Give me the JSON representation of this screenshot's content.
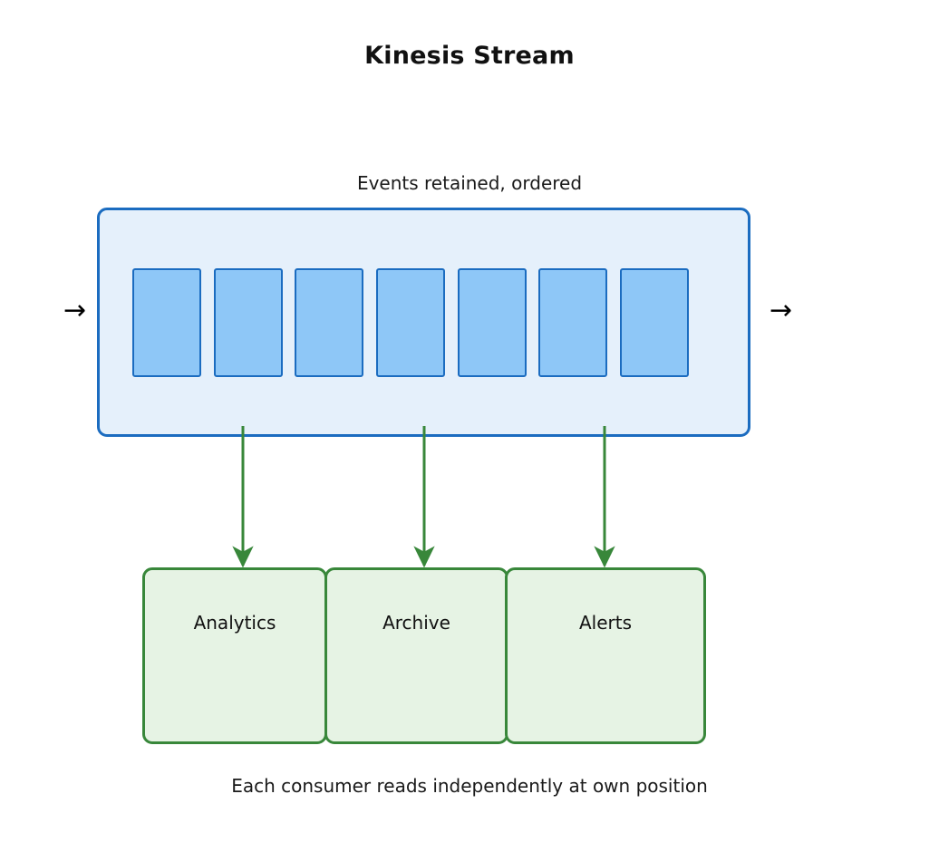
{
  "diagram": {
    "title": "Kinesis Stream",
    "stream_caption": "Events retained, ordered",
    "footer_caption": "Each consumer reads independently at own position",
    "input_arrow_glyph": "→",
    "output_arrow_glyph": "→",
    "shard_count": 7,
    "shards": [
      {
        "index": 1,
        "label": ""
      },
      {
        "index": 2,
        "label": ""
      },
      {
        "index": 3,
        "label": ""
      },
      {
        "index": 4,
        "label": ""
      },
      {
        "index": 5,
        "label": ""
      },
      {
        "index": 6,
        "label": ""
      },
      {
        "index": 7,
        "label": ""
      }
    ],
    "consumers": [
      {
        "label": "Analytics"
      },
      {
        "label": "Archive"
      },
      {
        "label": "Alerts"
      }
    ],
    "colors": {
      "stream_fill": "#e5f0fb",
      "stream_border": "#1b6cc0",
      "shard_fill": "#8ec7f7",
      "shard_border": "#1b6cc0",
      "consumer_fill": "#e6f3e4",
      "consumer_border": "#38873a",
      "consumer_arrow": "#38873a",
      "io_arrow": "#000000",
      "background": "#ffffff",
      "text": "#111111"
    }
  }
}
